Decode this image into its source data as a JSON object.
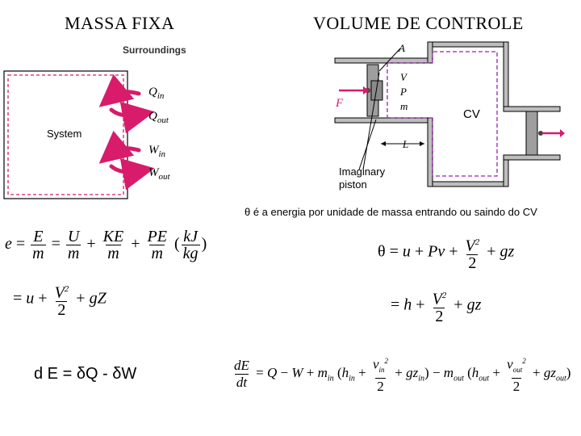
{
  "titles": {
    "left": "MASSA FIXA",
    "right": "VOLUME DE CONTROLE"
  },
  "left_diagram": {
    "surroundings": "Surroundings",
    "system": "System",
    "q_in": "Q",
    "q_in_sub": "in",
    "q_out": "Q",
    "q_out_sub": "out",
    "w_in": "W",
    "w_in_sub": "in",
    "w_out": "W",
    "w_out_sub": "out"
  },
  "right_diagram": {
    "label_a": "A",
    "label_v": "V",
    "label_p": "P",
    "label_m": "m",
    "label_f": "F",
    "label_l": "L",
    "label_cv": "CV",
    "imaginary": "Imaginary",
    "piston": "piston"
  },
  "theta_note": "θ é a energia por unidade de massa entrando ou saindo do CV",
  "energy_eq": {
    "e": "e",
    "E": "E",
    "U": "U",
    "KE": "KE",
    "PE": "PE",
    "m": "m",
    "units_num": "kJ",
    "units_den": "kg",
    "u": "u",
    "V2": "V",
    "exp": "2",
    "two": "2",
    "gZ": "gZ"
  },
  "theta_eq": {
    "theta": "θ",
    "u": "u",
    "Pv": "Pv",
    "V": "V",
    "exp": "2",
    "two": "2",
    "gz": "gz",
    "h": "h"
  },
  "bottom_left_eq": "d E = δQ - δW",
  "rate_eq": {
    "dE": "dE",
    "dt": "dt",
    "Q": "Q",
    "W": "W",
    "m_in": "m",
    "in": "in",
    "h_in": "h",
    "v_in": "v",
    "gz_in": "gz",
    "m_out": "m",
    "out": "out",
    "h_out": "h",
    "v_out": "v",
    "gz_out": "gz",
    "exp": "2",
    "two": "2"
  }
}
